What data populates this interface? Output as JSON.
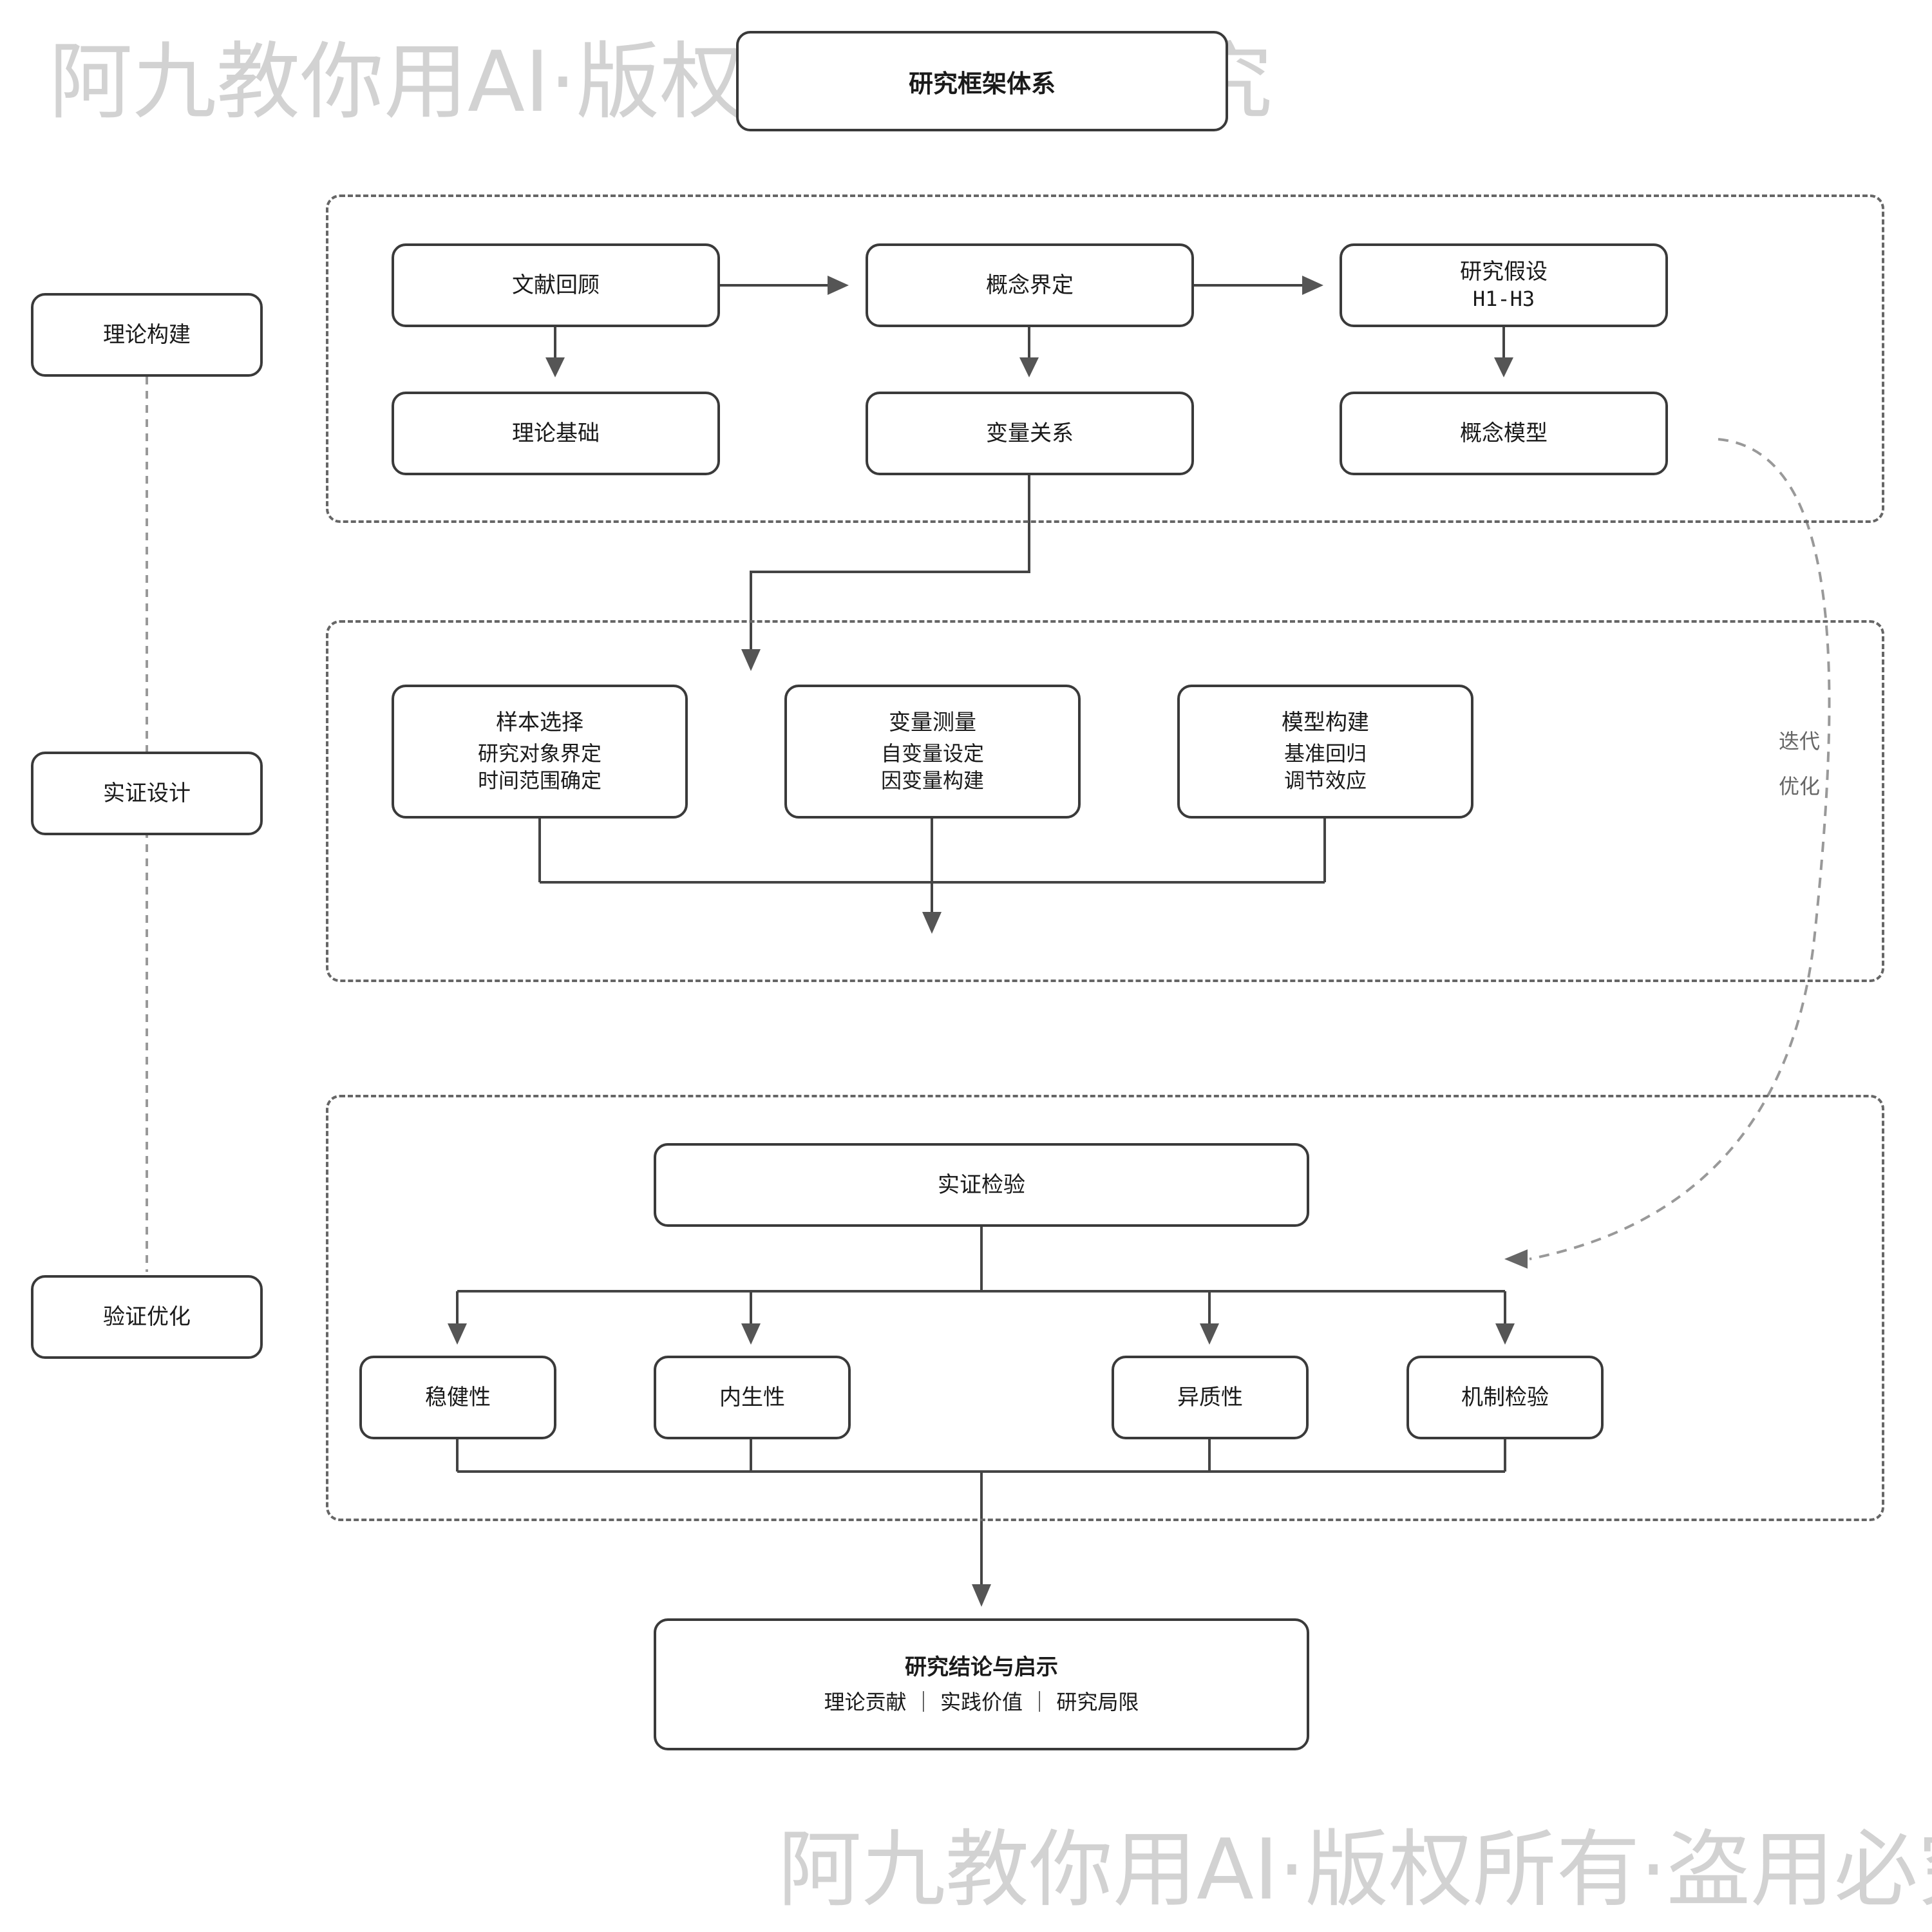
{
  "watermark": {
    "top": "阿九教你用AI·版权所有·盗用必究",
    "bottom": "阿九教你用AI·版权所有·盗用必究"
  },
  "title": "研究框架体系",
  "stages": {
    "theory": "理论构建",
    "empirical": "实证设计",
    "validation": "验证优化"
  },
  "theory": {
    "literature": "文献回顾",
    "concept_def": "概念界定",
    "hypothesis": "研究假设",
    "hypothesis_sub": "H1-H3",
    "foundation": "理论基础",
    "variables": "变量关系",
    "model": "概念模型"
  },
  "design": {
    "sample": {
      "title": "样本选择",
      "line1": "研究对象界定",
      "line2": "时间范围确定"
    },
    "measure": {
      "title": "变量测量",
      "line1": "自变量设定",
      "line2": "因变量构建"
    },
    "modeling": {
      "title": "模型构建",
      "line1": "基准回归",
      "line2": "调节效应"
    }
  },
  "iterate": {
    "line1": "迭代",
    "line2": "优化"
  },
  "validation": {
    "main": "实证检验",
    "robust": "稳健性",
    "endogenous": "内生性",
    "heterogeneity": "异质性",
    "mechanism": "机制检验"
  },
  "conclusion": {
    "title": "研究结论与启示",
    "subtitle": "理论贡献 ｜ 实践价值 ｜ 研究局限"
  },
  "colors": {
    "border": "#3a3a3a",
    "dashed": "#666666",
    "connector": "#444444",
    "watermark": "#d2d2d2"
  }
}
